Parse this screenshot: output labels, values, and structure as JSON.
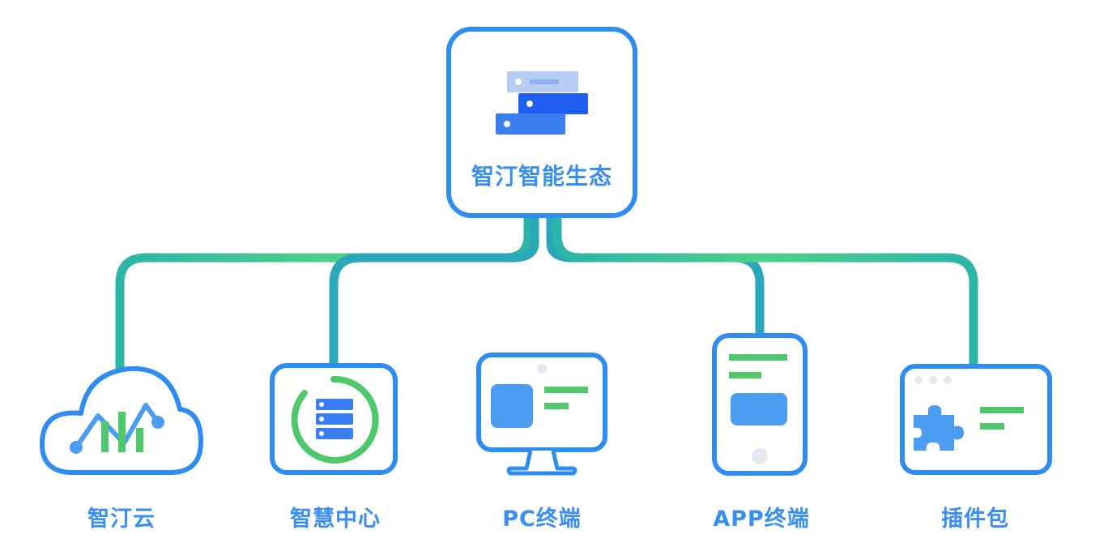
{
  "root": {
    "label": "智汀智能生态",
    "icon": "server-stack-icon"
  },
  "children": [
    {
      "id": "cloud",
      "label": "智汀云",
      "icon": "cloud-chart-icon"
    },
    {
      "id": "hub",
      "label": "智慧中心",
      "icon": "hub-server-icon"
    },
    {
      "id": "pc",
      "label": "PC终端",
      "icon": "monitor-icon"
    },
    {
      "id": "app",
      "label": "APP终端",
      "icon": "phone-icon"
    },
    {
      "id": "plugin",
      "label": "插件包",
      "icon": "puzzle-window-icon"
    }
  ],
  "colors": {
    "outline": "#2f8cf0",
    "fill": "#4a9df0",
    "green": "#4ec86a",
    "teal": "#2fb5a0",
    "lightgray": "#e6e8ef"
  }
}
